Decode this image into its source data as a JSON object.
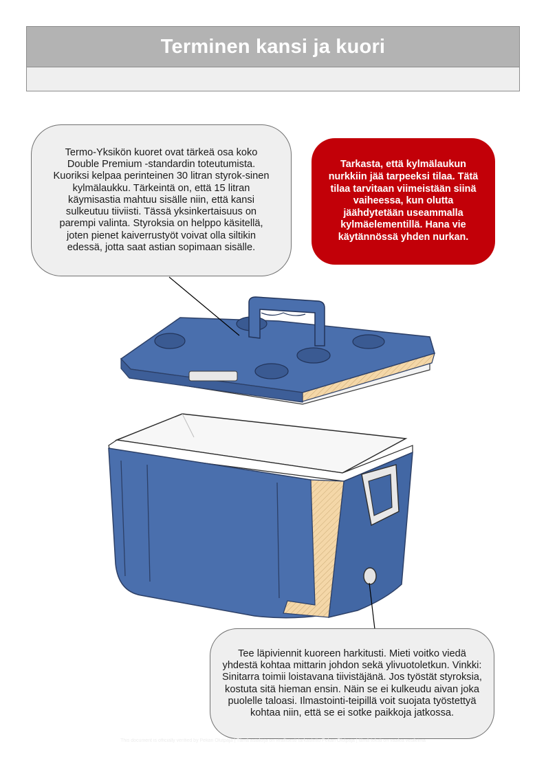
{
  "header": {
    "title": "Terminen kansi ja kuori"
  },
  "callouts": {
    "top_left": "Termo-Yksikön kuoret ovat tärkeä osa koko Double Premium -standardin toteutumista. Kuoriksi kelpaa perinteinen 30 litran styrok-sinen kylmälaukku. Tärkeintä on, että 15 litran käymisastia mahtuu sisälle niin, että kansi sulkeutuu tiiviisti. Tässä yksinkertaisuus on parempi valinta. Styroksia on helppo käsitellä, joten pienet kaiverrustyöt voivat olla siltikin edessä, jotta saat astian sopimaan sisälle.",
    "warning": "Tarkasta, että kylmälaukun nurkkiin jää tarpeeksi tilaa. Tätä tilaa tarvitaan viimeistään siinä vaiheessa, kun olutta jäähdytetään useammalla kylmäelementillä. Hana vie käytännössä yhden nurkan.",
    "bottom_right": "Tee läpiviennit kuoreen harkitusti. Mieti voitko viedä yhdestä kohtaa mittarin johdon sekä ylivuotoletkun. Vinkki: Sinitarra toimii loistavana tiivistäjänä. Jos työstät styroksia, kostuta sitä hieman ensin. Näin se ei kulkeudu aivan joka puolelle taloasi. Ilmastointi-teipillä voit suojata työstettyä kohtaa niin, että se ei sotke paikkoja jatkossa."
  },
  "colors": {
    "cooler_blue": "#4a6fad",
    "cooler_dark": "#2c4577",
    "insulation": "#f4d7a8",
    "warning_red": "#c20008",
    "header_grey": "#b3b3b3"
  },
  "footer": {
    "text": "This document is officially verified by Pekan Olutpaja | Tämä asiakirja on virallisesti tarkastettu Pekan Olutpaja | tämä teksti on vaalea vesileima"
  }
}
